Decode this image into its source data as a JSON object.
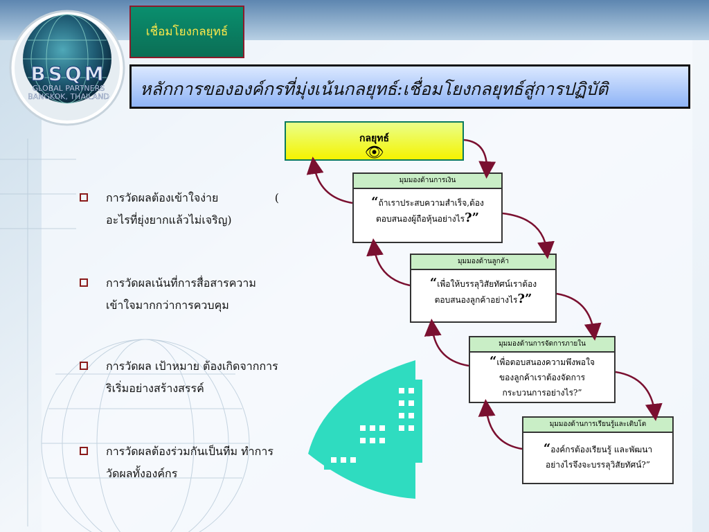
{
  "tag": "เชื่อมโยงกลยุทธ์",
  "title": "หลักการขององค์กรที่มุ่งเน้นกลยุทธ์:เชื่อมโยงกลยุทธ์สู่การปฏิบัติ",
  "logo": {
    "main": "BSQM",
    "line1": "GLOBAL PARTNERS",
    "line2": "BANGKOK, THAILAND"
  },
  "bullets": [
    {
      "line1": "การวัดผลต้องเข้าใจง่าย                (",
      "line2": "อะไรที่ยุ่งยากแล้วไม่เจริญ)"
    },
    {
      "line1": "การวัดผลเน้นที่การสื่อสารความ",
      "line2": "เข้าใจมากกว่าการควบคุม"
    },
    {
      "line1": "การวัดผล เป้าหมาย ต้องเกิดจากการ",
      "line2": "ริเริ่มอย่างสร้างสรรค์"
    },
    {
      "line1": "การวัดผลต้องร่วมกันเป็นทีม ทำการ",
      "line2": "วัดผลทั้งองค์กร"
    }
  ],
  "strategy": {
    "label": "กลยุทธ์",
    "icon": "eye-icon"
  },
  "perspectives": [
    {
      "header": "มุมมองด้านการเงิน",
      "line1": "ถ้าเราประสบความสำเร็จ,ต้อง",
      "line2": "ตอบสนองผู้ถือหุ้นอย่างไร",
      "quote_open": "“",
      "quote_close": "?”"
    },
    {
      "header": "มุมมองด้านลูกค้า",
      "line1": "เพื่อให้บรรลุวิสัยทัศน์เราต้อง",
      "line2": "ตอบสนองลูกค้าอย่างไร",
      "quote_open": "“",
      "quote_close": "?”"
    },
    {
      "header": "มุมมองด้านการจัดการภายใน",
      "line1": "เพื่อตอบสนองความพึงพอใจ",
      "line2": "ของลูกค้าเราต้องจัดการ",
      "line3": "กระบวนการอย่างไร?”",
      "quote_open": "“"
    },
    {
      "header": "มุมมองด้านการเรียนรู้และเติบโต",
      "line1": "องค์กรต้องเรียนรู้ และพัฒนา",
      "line2": "อย่างไรจึงจะบรรลุวิสัยทัศน์?”",
      "quote_open": "“"
    }
  ],
  "colors": {
    "accent_green": "#0a8f6e",
    "tag_text": "#ffe94a",
    "arrow": "#7a1030",
    "header_green": "#c9eec6",
    "strategy_yellow": "#f5f300"
  }
}
